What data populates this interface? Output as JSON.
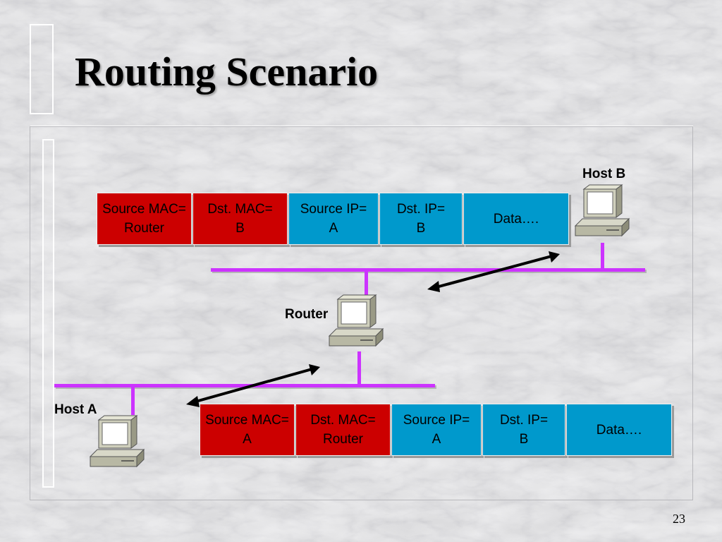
{
  "slide": {
    "title": "Routing Scenario",
    "page_number": "23"
  },
  "labels": {
    "host_b": "Host B",
    "host_a": "Host A",
    "router": "Router"
  },
  "packet_top": {
    "fields": [
      {
        "text": "Source MAC=\nRouter",
        "color": "red"
      },
      {
        "text": "Dst. MAC=\nB",
        "color": "red"
      },
      {
        "text": "Source IP=\nA",
        "color": "blue"
      },
      {
        "text": "Dst. IP=\nB",
        "color": "blue"
      },
      {
        "text": "Data….",
        "color": "blue"
      }
    ]
  },
  "packet_bottom": {
    "fields": [
      {
        "text": "Source MAC=\nA",
        "color": "red"
      },
      {
        "text": "Dst. MAC=\nRouter",
        "color": "red"
      },
      {
        "text": "Source IP=\nA",
        "color": "blue"
      },
      {
        "text": "Dst. IP=\nB",
        "color": "blue"
      },
      {
        "text": "Data….",
        "color": "blue"
      }
    ]
  },
  "colors": {
    "mac_field": "#cc0000",
    "ip_field": "#0099cc",
    "network_line": "#cc33ff",
    "arrow": "#000000"
  },
  "icons": {
    "host_b": "computer-icon",
    "host_a": "computer-icon",
    "router": "computer-icon"
  }
}
